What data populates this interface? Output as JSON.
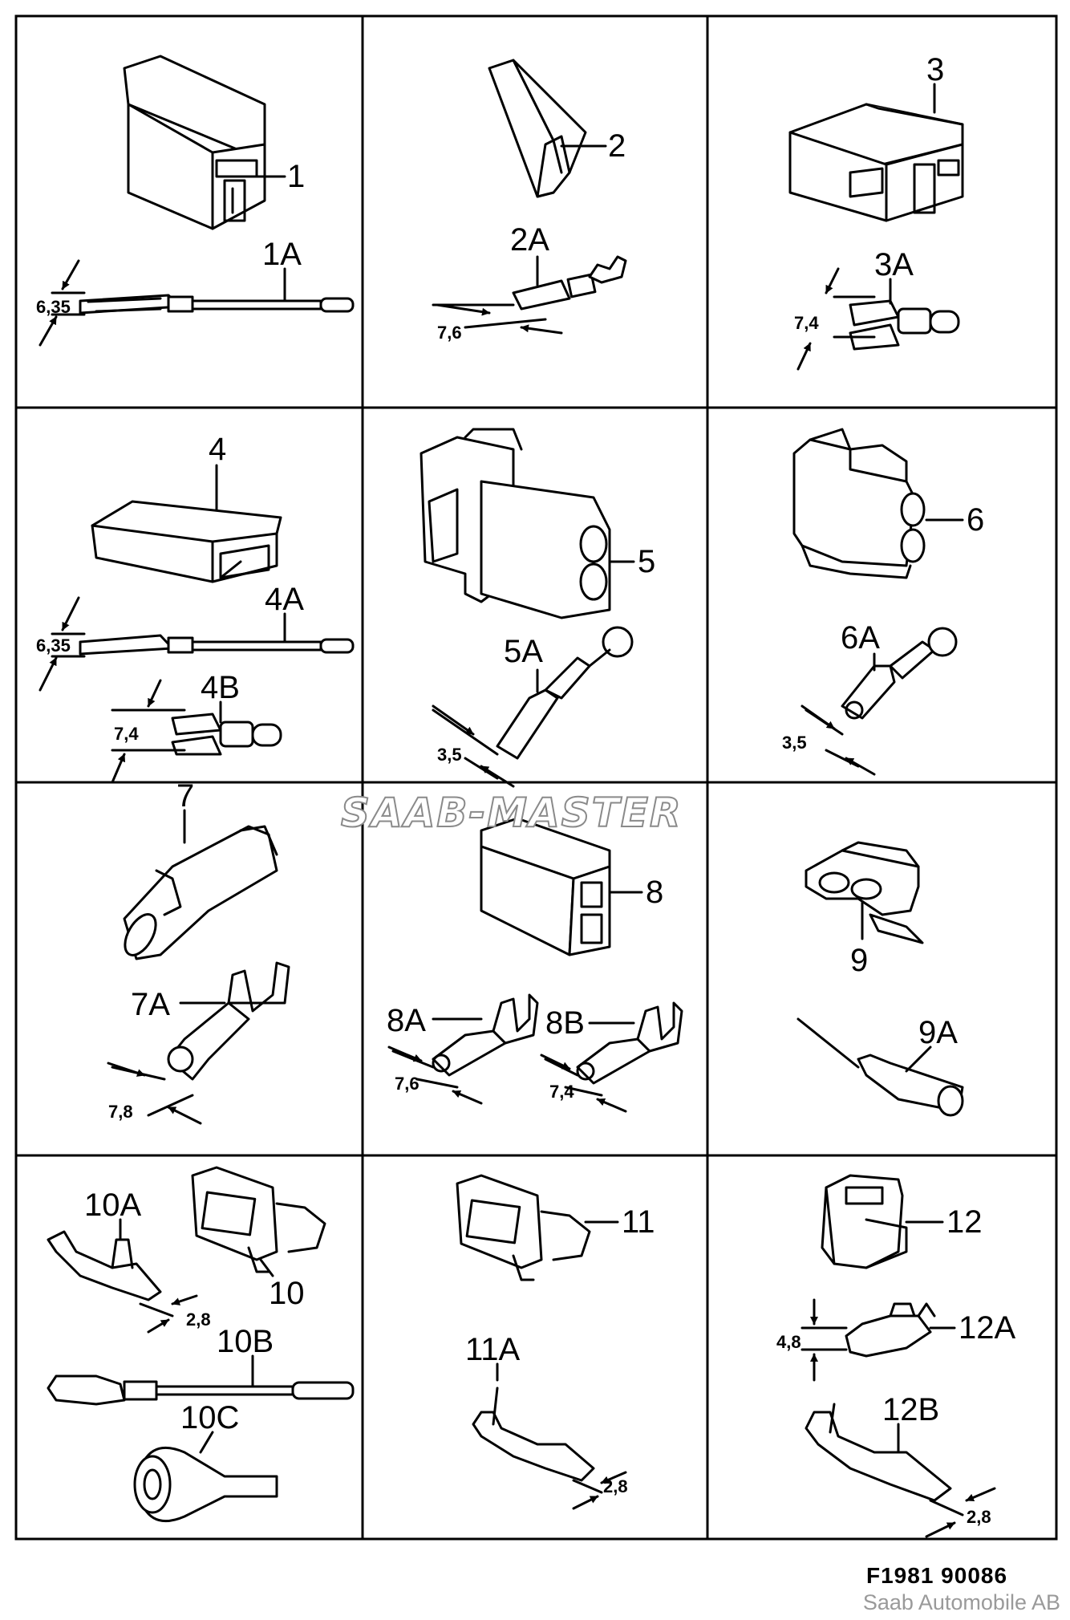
{
  "diagram": {
    "ref_code": "F1981  90086",
    "copyright": "Saab Automobile AB",
    "watermark": "SAAB-MASTER",
    "cells": [
      {
        "parts": [
          "1",
          "1A"
        ],
        "dims": [
          "6,35"
        ]
      },
      {
        "parts": [
          "2",
          "2A"
        ],
        "dims": [
          "7,6"
        ]
      },
      {
        "parts": [
          "3",
          "3A"
        ],
        "dims": [
          "7,4"
        ]
      },
      {
        "parts": [
          "4",
          "4A",
          "4B"
        ],
        "dims": [
          "6,35",
          "7,4"
        ]
      },
      {
        "parts": [
          "5",
          "5A"
        ],
        "dims": [
          "3,5"
        ]
      },
      {
        "parts": [
          "6",
          "6A"
        ],
        "dims": [
          "3,5"
        ]
      },
      {
        "parts": [
          "7",
          "7A"
        ],
        "dims": [
          "7,8"
        ]
      },
      {
        "parts": [
          "8",
          "8A",
          "8B"
        ],
        "dims": [
          "7,6",
          "7,4"
        ]
      },
      {
        "parts": [
          "9",
          "9A"
        ],
        "dims": []
      },
      {
        "parts": [
          "10",
          "10A",
          "10B",
          "10C"
        ],
        "dims": [
          "2,8"
        ]
      },
      {
        "parts": [
          "11",
          "11A"
        ],
        "dims": [
          "2,8"
        ]
      },
      {
        "parts": [
          "12",
          "12A",
          "12B"
        ],
        "dims": [
          "4,8",
          "2,8"
        ]
      }
    ]
  }
}
